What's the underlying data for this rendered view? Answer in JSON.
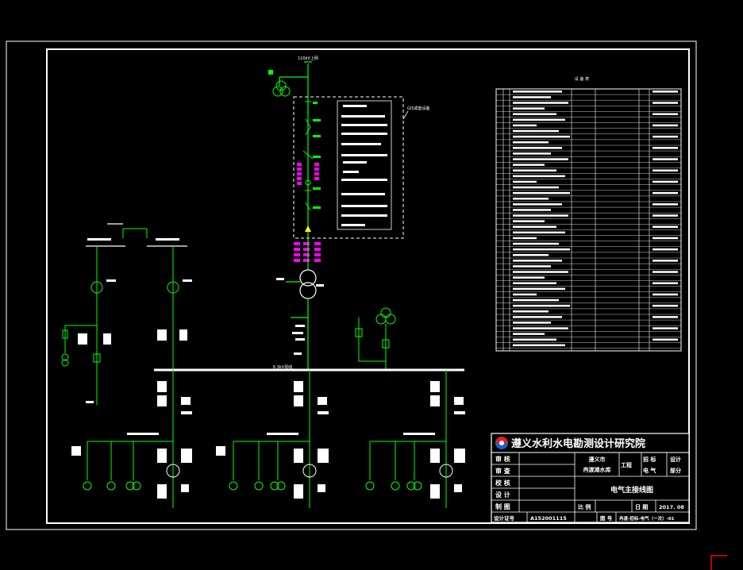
{
  "drawing": {
    "title_block": {
      "institute": "遵义水利水电勘测设计研究院",
      "rows": [
        {
          "label": "审 核"
        },
        {
          "label": "审 查"
        },
        {
          "label": "校 核"
        },
        {
          "label": "设 计"
        },
        {
          "label": "制 图"
        }
      ],
      "project_line1": "遵义市",
      "project_line2": "冉渡滩水库",
      "project_suffix": "工程",
      "stage_col1_top": "招 标",
      "stage_col1_bottom": "电 气",
      "stage_col2_top": "设计",
      "stage_col2_bottom": "部分",
      "drawing_name": "电气主接线图",
      "scale_label": "比 例",
      "date_label": "日 期",
      "date_value": "2017. 08",
      "cert_label": "设计证号",
      "cert_value": "A152001115",
      "drawing_no_label": "图 号",
      "drawing_no_value": "冉渡-招标-电气（一次）-01"
    },
    "labels": {
      "top_line": "110kV上网",
      "gis_box": "GIS成套设备",
      "equipment_table_title": "设 备 表",
      "busbar": "6.3kV母线"
    },
    "colors": {
      "background": "#000000",
      "frame": "#ffffff",
      "line": "#00ff00",
      "label": "#ffffff",
      "highlight": "#ff00ff",
      "accent": "#ffff00",
      "logo_red": "#e02020",
      "logo_blue": "#1a5fd0",
      "corner_mark": "#ff0000"
    }
  }
}
